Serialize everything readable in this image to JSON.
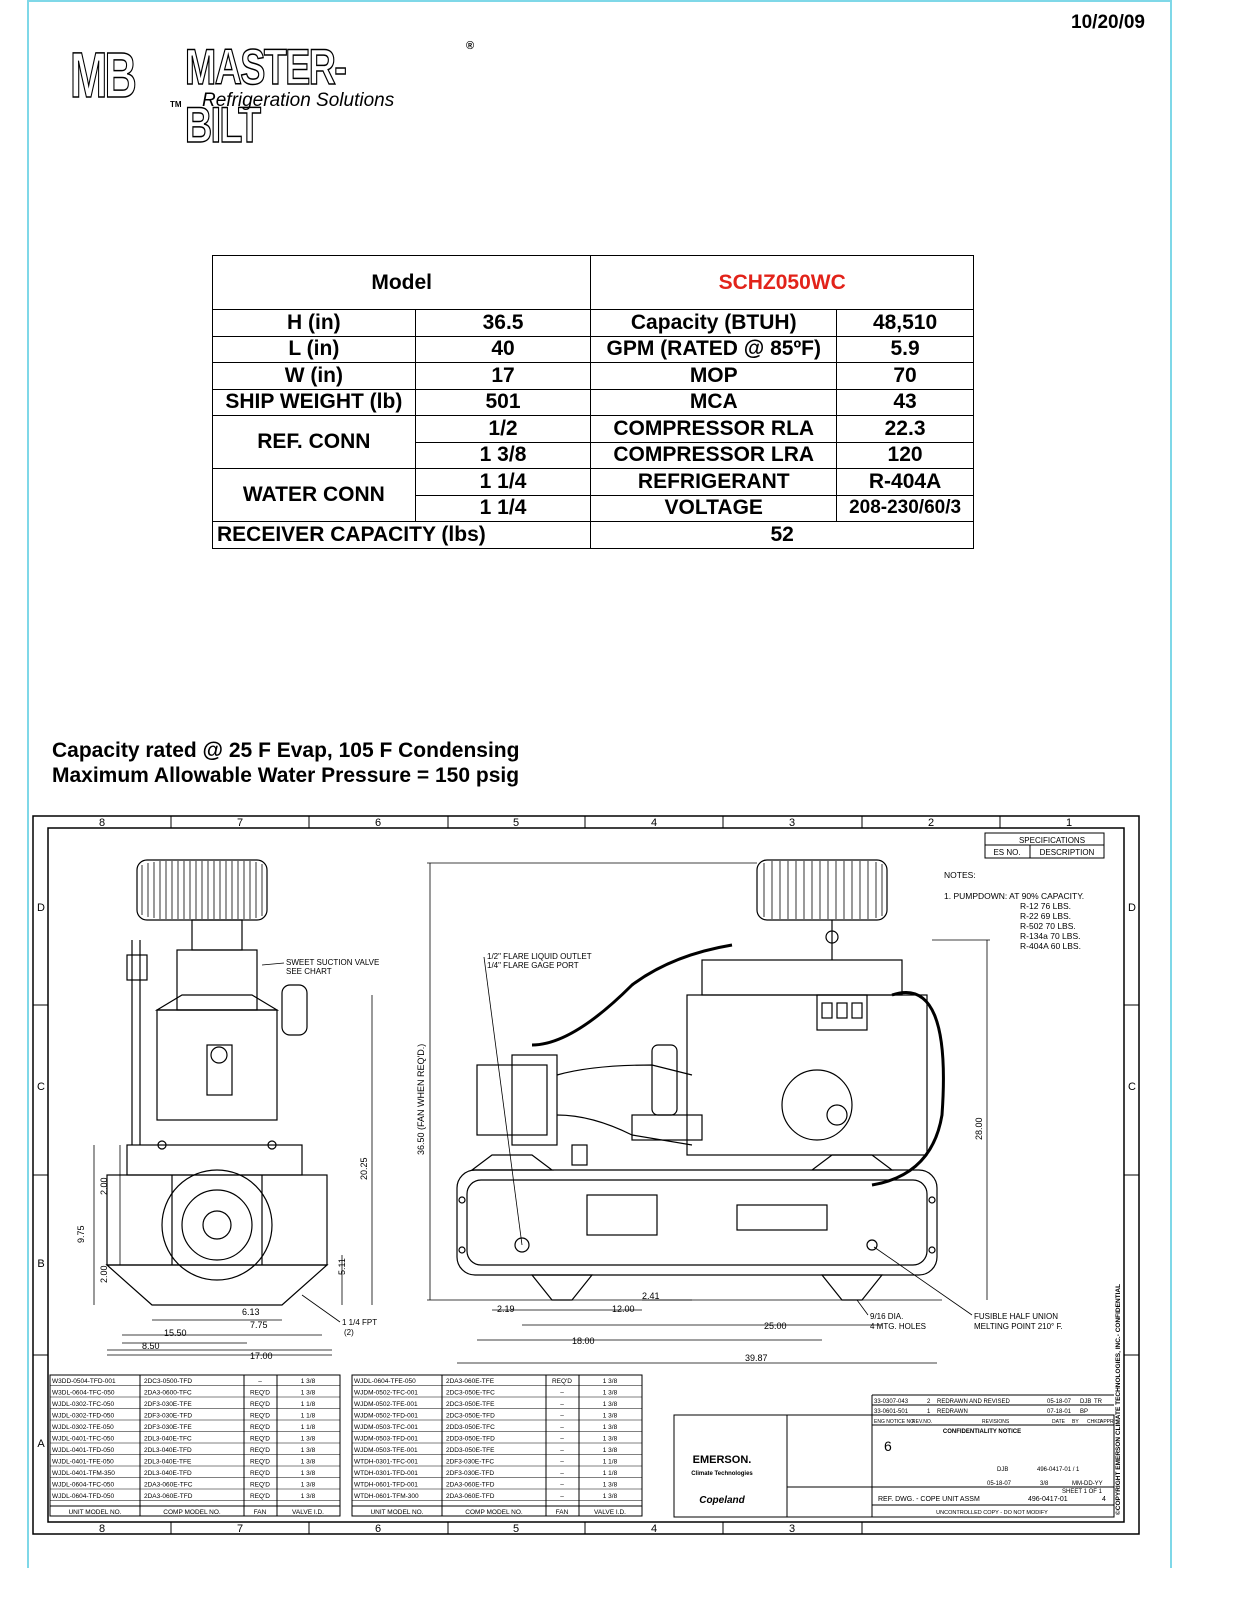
{
  "date": "10/20/09",
  "logo": {
    "mb": "MB",
    "name": "MASTER-BILT",
    "reg": "®",
    "tm": "TM",
    "tagline": "Refrigeration Solutions"
  },
  "spec_table": {
    "model_label": "Model",
    "model_value": "SCHZ050WC",
    "rows": [
      {
        "label": "H (in)",
        "value": "36.5",
        "label2": "Capacity (BTUH)",
        "value2": "48,510"
      },
      {
        "label": "L (in)",
        "value": "40",
        "label2": "GPM (RATED @ 85ºF)",
        "value2": "5.9"
      },
      {
        "label": "W (in)",
        "value": "17",
        "label2": "MOP",
        "value2": "70"
      },
      {
        "label": "SHIP WEIGHT (lb)",
        "value": "501",
        "label2": "MCA",
        "value2": "43"
      }
    ],
    "ref_conn": {
      "label": "REF. CONN",
      "values": [
        "1/2",
        "1 3/8"
      ],
      "labels2": [
        "COMPRESSOR RLA",
        "COMPRESSOR LRA"
      ],
      "values2": [
        "22.3",
        "120"
      ]
    },
    "water_conn": {
      "label": "WATER CONN",
      "values": [
        "1 1/4",
        "1 1/4"
      ],
      "labels2": [
        "REFRIGERANT",
        "VOLTAGE"
      ],
      "values2": [
        "R-404A",
        "208-230/60/3"
      ]
    },
    "receiver": {
      "label": "RECEIVER CAPACITY (lbs)",
      "value": "52"
    }
  },
  "notes": {
    "line1": "Capacity rated @ 25 F Evap, 105 F Condensing",
    "line2": "Maximum Allowable Water Pressure = 150 psig"
  },
  "drawing": {
    "zones_top": [
      "8",
      "7",
      "6",
      "5",
      "4",
      "3",
      "2",
      "1"
    ],
    "zones_bottom": [
      "8",
      "7",
      "6",
      "5",
      "4",
      "3"
    ],
    "rows_side": [
      "D",
      "C",
      "B",
      "A"
    ],
    "spec_box": {
      "title": "SPECIFICATIONS",
      "col1": "ES NO.",
      "col2": "DESCRIPTION"
    },
    "notes_title": "NOTES:",
    "pumpdown": [
      "1. PUMPDOWN: AT 90% CAPACITY.",
      "R-12    76 LBS.",
      "R-22    69 LBS.",
      "R-502   70 LBS.",
      "R-134a  70 LBS.",
      "R-404A  60 LBS."
    ],
    "callouts": {
      "suction": [
        "SWEET SUCTION VALVE",
        "SEE CHART"
      ],
      "flare": [
        "1/2\" FLARE LIQUID OUTLET",
        "1/4\" FLARE GAGE PORT"
      ],
      "fpt": [
        "1 1/4 FPT",
        "(2)"
      ],
      "holes": [
        "9/16 DIA.",
        "4 MTG. HOLES"
      ],
      "fusible": [
        "FUSIBLE HALF UNION",
        "MELTING POINT 210° F."
      ]
    },
    "dims": {
      "d2_00a": "2.00",
      "d9_75": "9.75",
      "d2_00b": "2.00",
      "d20_25": "20.25",
      "d5_11": "5.11",
      "d6_13": "6.13",
      "d7_75": "7.75",
      "d15_50": "15.50",
      "d8_50": "8.50",
      "d17_00": "17.00",
      "d36_50": "36.50 (FAN WHEN REQ'D.)",
      "d2_41": "2.41",
      "d2_19": "2.19",
      "d12_00": "12.00",
      "d18_00": "18.00",
      "d25_00": "25.00",
      "d39_87": "39.87",
      "d28_00": "28.00"
    },
    "chart_left": [
      [
        "W3DD-0504-TFD-001",
        "2DC3-0500-TFD",
        "–",
        "1 3/8"
      ],
      [
        "W3DL-0604-TFC-050",
        "2DA3-0600-TFC",
        "REQ'D",
        "1 3/8"
      ],
      [
        "WJDL-0302-TFC-050",
        "2DF3-030E-TFE",
        "REQ'D",
        "1 1/8"
      ],
      [
        "WJDL-0302-TFD-050",
        "2DF3-030E-TFD",
        "REQ'D",
        "1 1/8"
      ],
      [
        "WJDL-0302-TFE-050",
        "2DF3-030E-TFE",
        "REQ'D",
        "1 1/8"
      ],
      [
        "WJDL-0401-TFC-050",
        "2DL3-040E-TFC",
        "REQ'D",
        "1 3/8"
      ],
      [
        "WJDL-0401-TFD-050",
        "2DL3-040E-TFD",
        "REQ'D",
        "1 3/8"
      ],
      [
        "WJDL-0401-TFE-050",
        "2DL3-040E-TFE",
        "REQ'D",
        "1 3/8"
      ],
      [
        "WJDL-0401-TFM-350",
        "2DL3-040E-TFD",
        "REQ'D",
        "1 3/8"
      ],
      [
        "WJDL-0604-TFC-050",
        "2DA3-060E-TFC",
        "REQ'D",
        "1 3/8"
      ],
      [
        "WJDL-0604-TFD-050",
        "2DA3-060E-TFD",
        "REQ'D",
        "1 3/8"
      ]
    ],
    "chart_right": [
      [
        "WJDL-0604-TFE-050",
        "2DA3-060E-TFE",
        "REQ'D",
        "1 3/8"
      ],
      [
        "WJDM-0502-TFC-001",
        "2DC3-050E-TFC",
        "–",
        "1 3/8"
      ],
      [
        "WJDM-0502-TFE-001",
        "2DC3-050E-TFE",
        "–",
        "1 3/8"
      ],
      [
        "WJDM-0502-TFD-001",
        "2DC3-050E-TFD",
        "–",
        "1 3/8"
      ],
      [
        "WJDM-0503-TFC-001",
        "2DD3-050E-TFC",
        "–",
        "1 3/8"
      ],
      [
        "WJDM-0503-TFD-001",
        "2DD3-050E-TFD",
        "–",
        "1 3/8"
      ],
      [
        "WJDM-0503-TFE-001",
        "2DD3-050E-TFE",
        "–",
        "1 3/8"
      ],
      [
        "WTDH-0301-TFC-001",
        "2DF3-030E-TFC",
        "–",
        "1 1/8"
      ],
      [
        "WTDH-0301-TFD-001",
        "2DF3-030E-TFD",
        "–",
        "1 1/8"
      ],
      [
        "WTDH-0601-TFD-001",
        "2DA3-060E-TFD",
        "–",
        "1 3/8"
      ],
      [
        "WTDH-0601-TFM-300",
        "2DA3-060E-TFD",
        "–",
        "1 3/8"
      ]
    ],
    "chart_header": [
      "UNIT MODEL NO.",
      "COMP MODEL NO.",
      "FAN",
      "VALVE I.D."
    ],
    "title_block": {
      "emerson": "EMERSON.",
      "climate": "Climate Technologies",
      "copeland": "Copeland",
      "rev1": [
        "33-0307-043",
        "2",
        "REDRAWN AND REVISED",
        "05-18-07",
        "DJB",
        "TR"
      ],
      "rev2": [
        "33-0601-501",
        "1",
        "REDRAWN",
        "07-18-01",
        "BP",
        ""
      ],
      "revhead": [
        "ENG NOTICE NO.",
        "REV.NO.",
        "REVISIONS",
        "DATE",
        "BY",
        "CHKD",
        "APPR"
      ],
      "confid": "CONFIDENTIALITY NOTICE",
      "sheet_num": "6",
      "drawn_by": "DJB",
      "date": "05-18-07",
      "supersedes": "496-0417-01 / 1",
      "scale": "3/8",
      "date_format": "MM-DD-YY",
      "sheet": "SHEET 1 OF 1",
      "title": "REF. DWG. - COPE UNIT ASSM",
      "dwg_no": "496-0417-01",
      "rev": "4",
      "uncontrolled": "UNCONTROLLED COPY - DO NOT MODIFY",
      "copyright": "©COPYRIGHT EMERSON CLIMATE TECHNOLOGIES, INC.- CONFIDENTIAL"
    }
  }
}
